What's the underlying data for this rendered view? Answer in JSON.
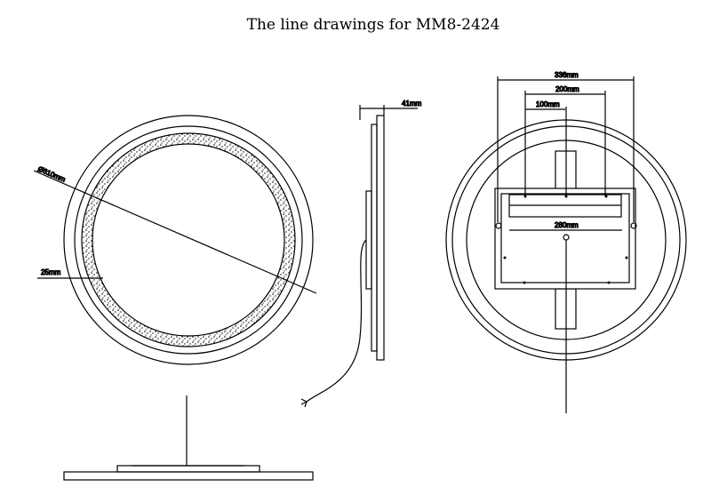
{
  "title": "The line drawings for MM8-2424",
  "front_view": {
    "diameter_label": "Ø610mm",
    "border_label": "25mm"
  },
  "side_view": {
    "depth_label": "41mm"
  },
  "back_view": {
    "width_336_label": "336mm",
    "width_200_label": "200mm",
    "width_100_label": "100mm",
    "width_280_label": "280mm"
  }
}
